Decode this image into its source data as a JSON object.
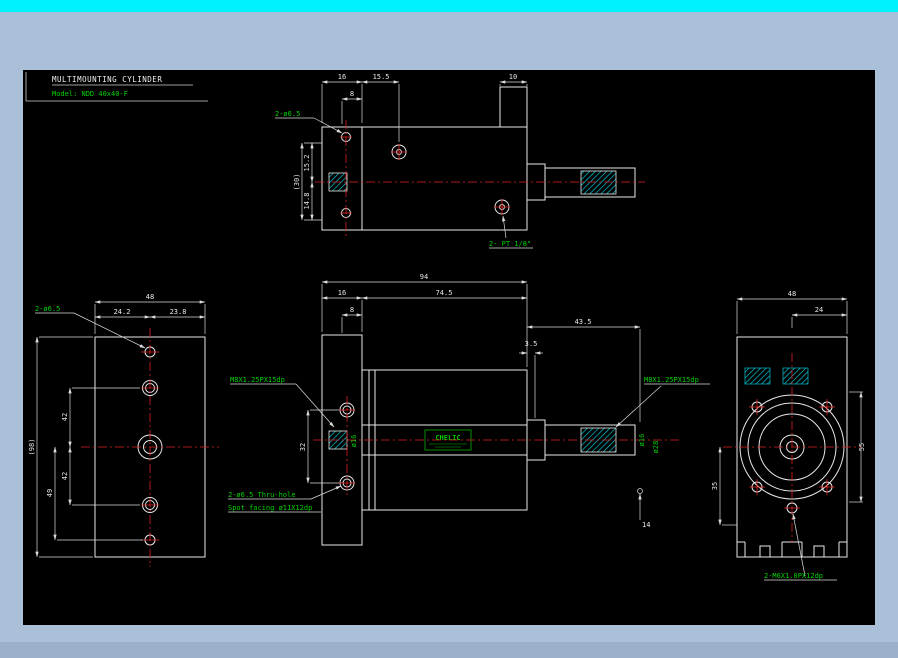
{
  "window": {
    "title": "MULTIMOUNTING CYLINDER",
    "model": "Model: NDD 40x40-F"
  },
  "colors": {
    "canvas": "#000000",
    "frame": "#a9c0d8",
    "top_strip": "#00f2ff",
    "geometry": "#e8e8e8",
    "centerline": "#e02020",
    "note_green": "#00d000",
    "hatch_cyan": "#00e0f0"
  },
  "top_view": {
    "d16": "16",
    "d15_5": "15.5",
    "d8": "8",
    "d10": "10",
    "d15_2": "15.2",
    "d30": "(30)",
    "d14_8": "14.8",
    "note_holes": "2-ø6.5",
    "note_port": "2- PT 1/8\""
  },
  "left_view": {
    "d48": "48",
    "d24_2": "24.2",
    "d23_8": "23.8",
    "d42a": "42",
    "d42b": "42",
    "d49": "49",
    "d98": "(98)",
    "note_holes": "2-ø6.5"
  },
  "front_view": {
    "d94": "94",
    "d16": "16",
    "d74_5": "74.5",
    "d8": "8",
    "d43_5": "43.5",
    "d3_5": "3.5",
    "d32": "32",
    "d14": "14",
    "dia16_l": "ø16",
    "dia16_r": "ø16",
    "dia28": "ø28",
    "note_thread_left": "M8X1.25PX15dp",
    "note_thread_right": "M8X1.25PX15dp",
    "note_thru": "2-ø6.5 Thru-hole",
    "note_spotface": "Spot facing ø11X12dp",
    "logo": "CHELIC"
  },
  "right_view": {
    "d48": "48",
    "d24": "24",
    "d55": "55",
    "d35": "35",
    "note_thread": "2-M6X1.0PX12dp"
  }
}
